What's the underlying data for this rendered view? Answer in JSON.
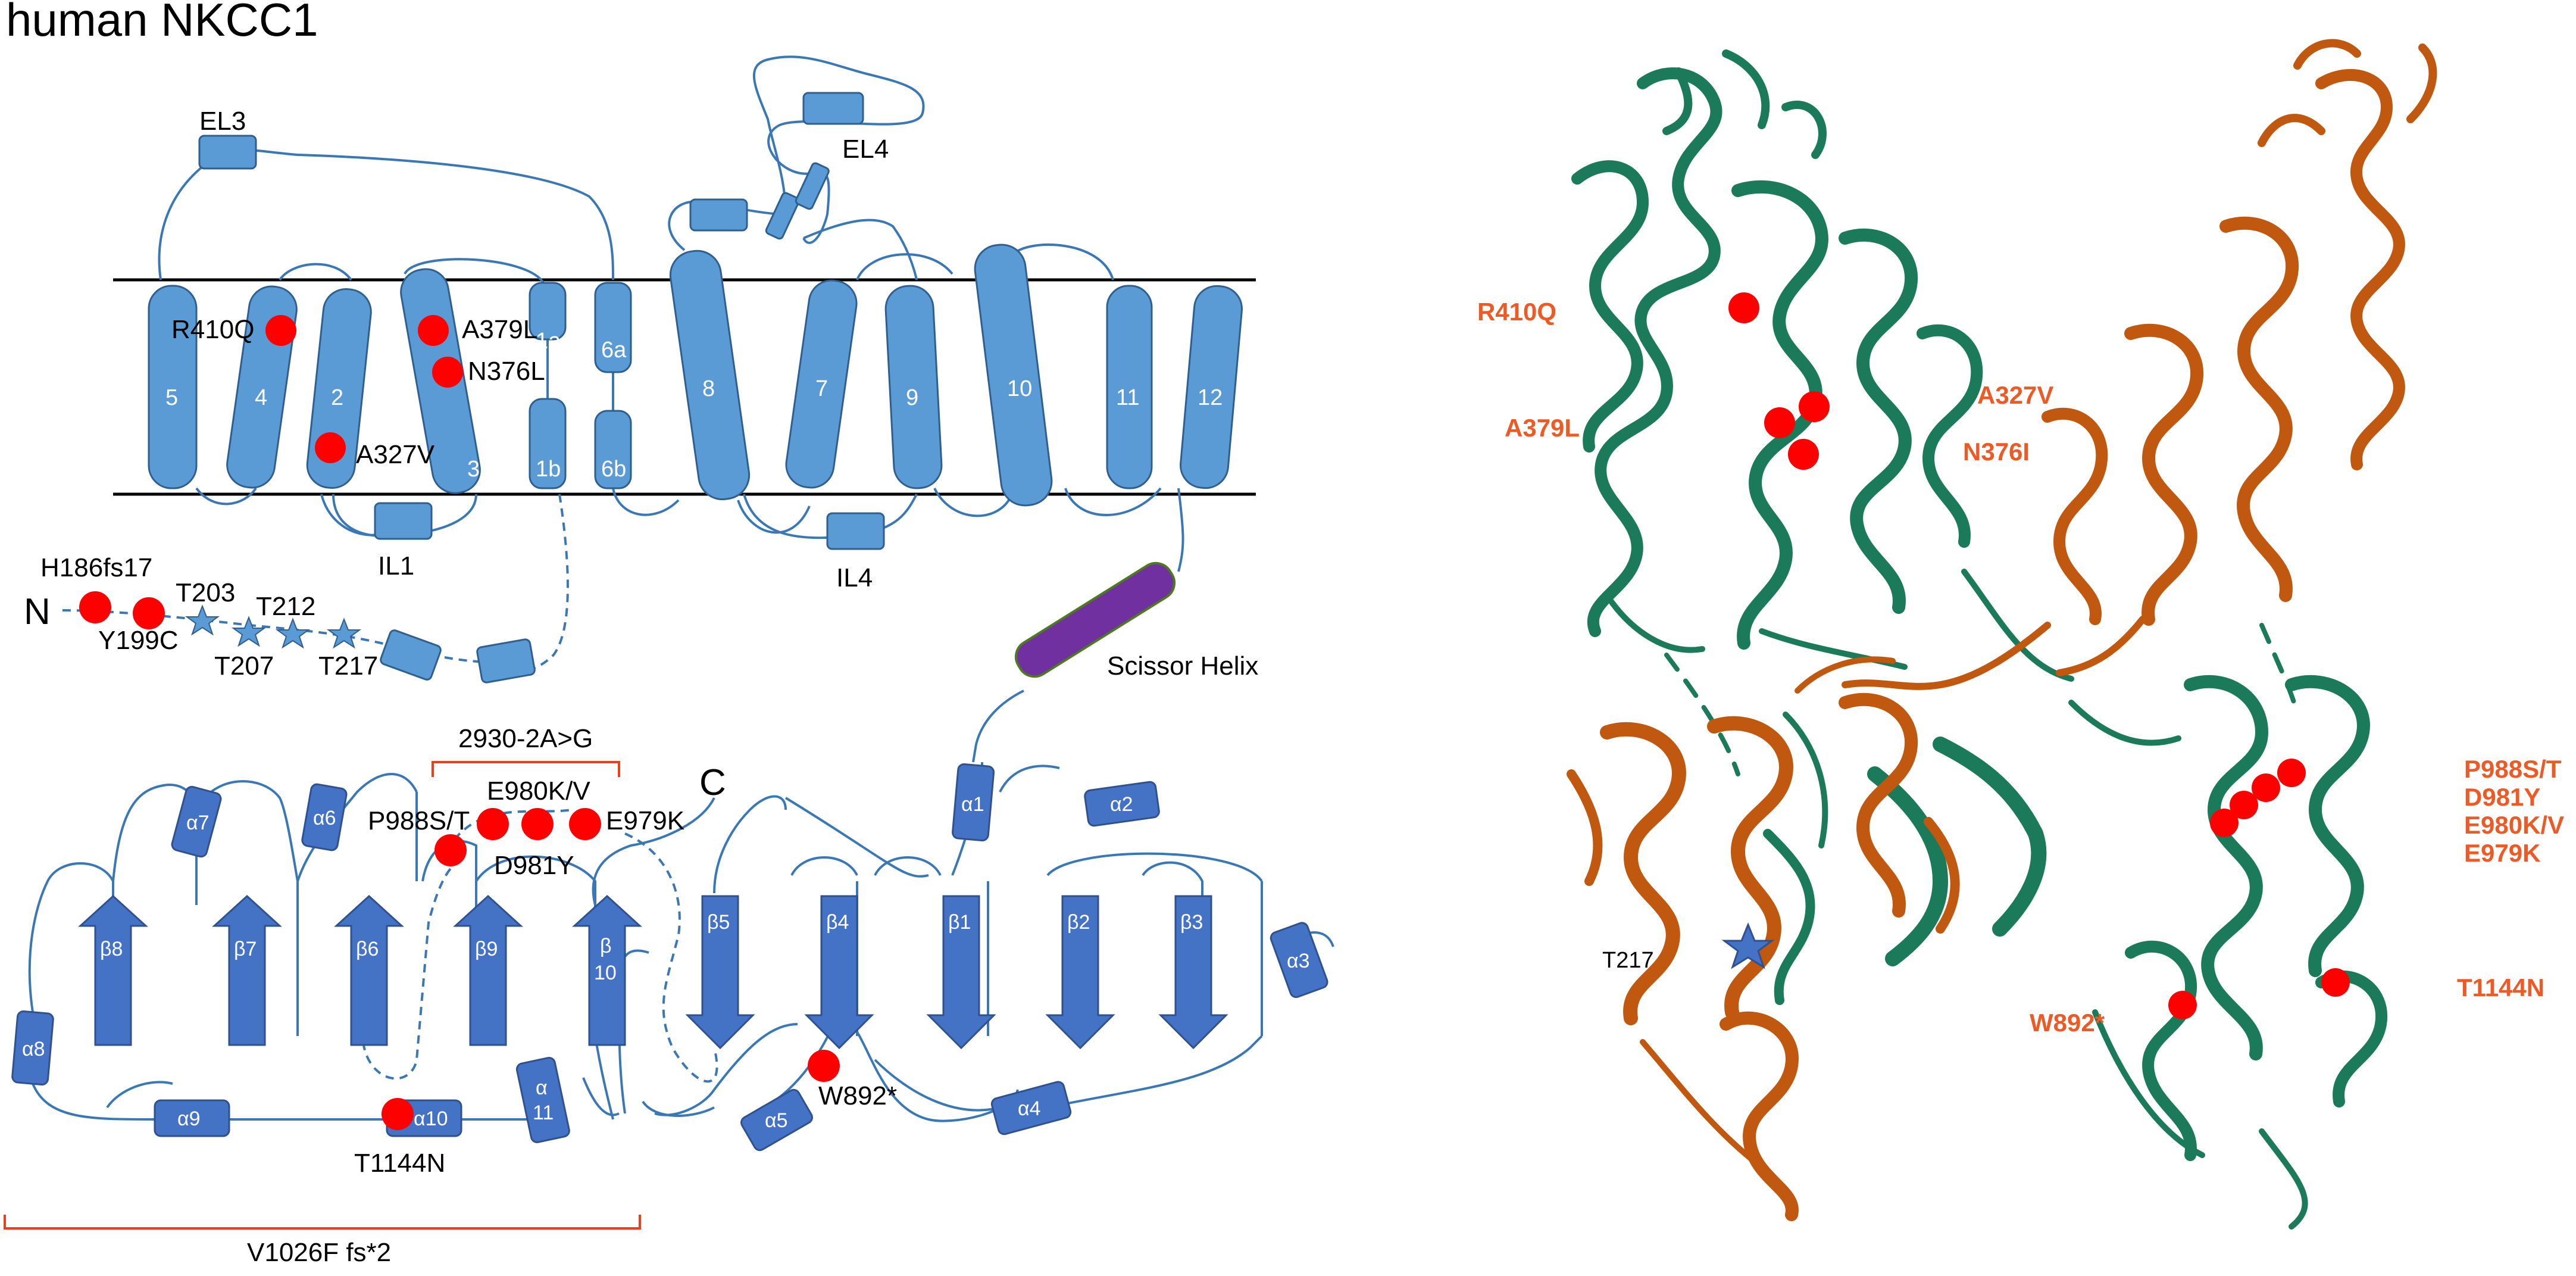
{
  "title": "human NKCC1",
  "termini": {
    "n": "N",
    "c": "C"
  },
  "membrane_labels": {
    "tm": [
      "5",
      "4",
      "2",
      "3",
      "1a",
      "1b",
      "6a",
      "6b",
      "8",
      "7",
      "9",
      "10",
      "11",
      "12"
    ],
    "loops": {
      "el3": "EL3",
      "el4": "EL4",
      "il1": "IL1",
      "il4": "IL4"
    },
    "scissor_helix": "Scissor Helix"
  },
  "membrane_mutations": [
    "R410Q",
    "A379L",
    "N376L",
    "A327V"
  ],
  "nterm_sites": {
    "variants": [
      "H186fs17",
      "Y199C"
    ],
    "phospho": [
      "T203",
      "T207",
      "T212",
      "T217"
    ]
  },
  "ctd_labels": {
    "helices": [
      "α7",
      "α6",
      "α8",
      "α9",
      "α10",
      "α1",
      "α2",
      "α3",
      "α4",
      "α5"
    ],
    "alpha11_top": "α",
    "alpha11_bottom": "11",
    "strands": [
      "β8",
      "β7",
      "β6",
      "β9",
      "β5",
      "β4",
      "β1",
      "β2",
      "β3"
    ],
    "beta10_top": "β",
    "beta10_bottom": "10"
  },
  "ctd_mutations": [
    "P988S/T",
    "E980K/V",
    "E979K",
    "D981Y",
    "W892*",
    "T1144N"
  ],
  "splice_label": "2930-2A>G",
  "frameshift_label": "V1026F fs*2",
  "structure_labels": {
    "left": [
      "R410Q",
      "A379L",
      "A327V",
      "N376I"
    ],
    "right": [
      "P988S/T",
      "D981Y",
      "E980K/V",
      "E979K",
      "T1144N",
      "W892*"
    ],
    "star": "T217"
  },
  "colors": {
    "helix_fill": "#5b9bd5",
    "ctd_fill": "#4472c4",
    "mutation_dot": "#ff0000",
    "scissor": "#7030a0",
    "chain_a": "#1b7a5a",
    "chain_b": "#c0580f",
    "label_orange": "#ec5a26",
    "bracket": "#e8401c"
  }
}
